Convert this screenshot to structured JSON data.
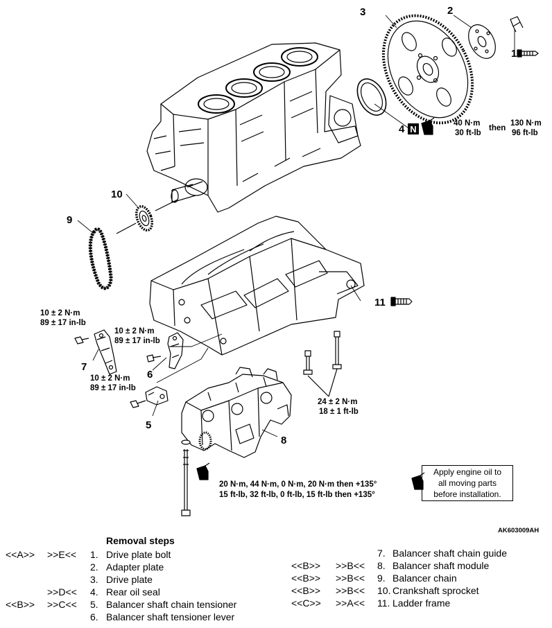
{
  "callouts": [
    "1",
    "2",
    "3",
    "4",
    "5",
    "6",
    "7",
    "8",
    "9",
    "10",
    "11"
  ],
  "badge_n": "N",
  "torque_1": {
    "line1": "40 N·m",
    "line2": "30 ft-lb",
    "then": "then",
    "line3": "130 N·m",
    "line4": "96 ft-lb"
  },
  "torque_5": {
    "line1": "10 ± 2 N·m",
    "line2": "89 ± 17 in-lb"
  },
  "torque_6": {
    "line1": "10 ± 2 N·m",
    "line2": "89 ± 17 in-lb"
  },
  "torque_7": {
    "line1": "10 ± 2 N·m",
    "line2": "89 ± 17 in-lb"
  },
  "torque_ladder": {
    "line1": "24 ± 2 N·m",
    "line2": "18 ± 1 ft-lb"
  },
  "torque_module": {
    "line1": "20 N·m, 44 N·m, 0 N·m, 20 N·m then +135°",
    "line2": "15 ft-lb, 32 ft-lb, 0 ft-lb, 15 ft-lb then +135°"
  },
  "note": {
    "line1": "Apply engine oil to",
    "line2": "all moving parts",
    "line3": "before installation."
  },
  "ref_code": "AK603009AH",
  "removal": {
    "title": "Removal steps",
    "left": [
      {
        "removal_ref": "<<A>>",
        "install_ref": ">>E<<",
        "num": "1.",
        "label": "Drive plate bolt"
      },
      {
        "removal_ref": "",
        "install_ref": "",
        "num": "2.",
        "label": "Adapter plate"
      },
      {
        "removal_ref": "",
        "install_ref": "",
        "num": "3.",
        "label": "Drive plate"
      },
      {
        "removal_ref": "",
        "install_ref": ">>D<<",
        "num": "4.",
        "label": "Rear oil seal"
      },
      {
        "removal_ref": "<<B>>",
        "install_ref": ">>C<<",
        "num": "5.",
        "label": "Balancer shaft chain tensioner"
      },
      {
        "removal_ref": "",
        "install_ref": "",
        "num": "6.",
        "label": "Balancer shaft tensioner lever"
      }
    ],
    "right": [
      {
        "removal_ref": "",
        "install_ref": "",
        "num": "7.",
        "label": "Balancer shaft chain guide"
      },
      {
        "removal_ref": "<<B>>",
        "install_ref": ">>B<<",
        "num": "8.",
        "label": "Balancer shaft module"
      },
      {
        "removal_ref": "<<B>>",
        "install_ref": ">>B<<",
        "num": "9.",
        "label": "Balancer chain"
      },
      {
        "removal_ref": "<<B>>",
        "install_ref": ">>B<<",
        "num": "10.",
        "label": "Crankshaft sprocket"
      },
      {
        "removal_ref": "<<C>>",
        "install_ref": ">>A<<",
        "num": "11.",
        "label": "Ladder frame"
      }
    ]
  }
}
